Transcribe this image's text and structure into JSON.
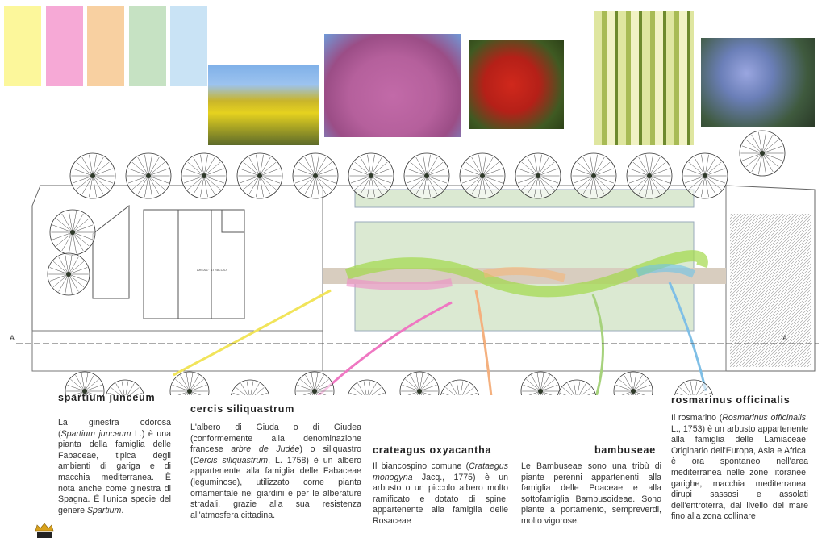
{
  "palette": {
    "swatches": [
      "#fcf79b",
      "#f6a9d6",
      "#f8d0a1",
      "#c6e2c3",
      "#c9e3f5"
    ]
  },
  "plan": {
    "area_label": "AREA",
    "phase_label": "1° STRALCIO",
    "section_mark": "A"
  },
  "species": [
    {
      "title": "spartium junceum",
      "text_html": "La ginestra odorosa (<i>Spartium junceum</i> L.) è una pianta della famiglia delle Fabaceae, tipica degli ambienti di gariga e di macchia mediterranea. È nota anche come ginestra di Spagna. È l'unica specie del genere <i>Spartium</i>."
    },
    {
      "title": "cercis siliquastrum",
      "text_html": "L'albero di Giuda o di Giudea (conformemente alla denominazione francese <i>arbre de Judée</i>) o siliquastro (<i>Cercis siliquastrum</i>, L. 1758) è un albero appartenente alla famiglia delle Fabaceae (leguminose), utilizzato come pianta ornamentale nei giardini e per le alberature stradali, grazie alla sua resistenza all'atmosfera cittadina."
    },
    {
      "title": "crateagus oxyacantha",
      "text_html": "Il biancospino comune (<i>Crataegus monogyna</i> Jacq., 1775) è un arbusto o un piccolo albero molto ramificato e dotato di spine, appartenente alla famiglia delle Rosaceae"
    },
    {
      "title": "bambuseae",
      "text_html": "Le Bambuseae sono una tribù di piante perenni appartenenti alla famiglia delle Poaceae e alla sottofamiglia Bambusoideae. Sono piante a portamento, sempreverdi, molto vigorose."
    },
    {
      "title": "rosmarinus officinalis",
      "text_html": "Il rosmarino (<i>Rosmarinus officinalis</i>, L., 1753) è un arbusto appartenente alla famiglia delle Lamiaceae. Originario dell'Europa, Asia e Africa, è ora spontaneo nell'area mediterranea nelle zone litoranee, garighe, macchia mediterranea, dirupi sassosi e assolati dell'entroterra, dal livello del mare fino alla zona collinare"
    }
  ]
}
